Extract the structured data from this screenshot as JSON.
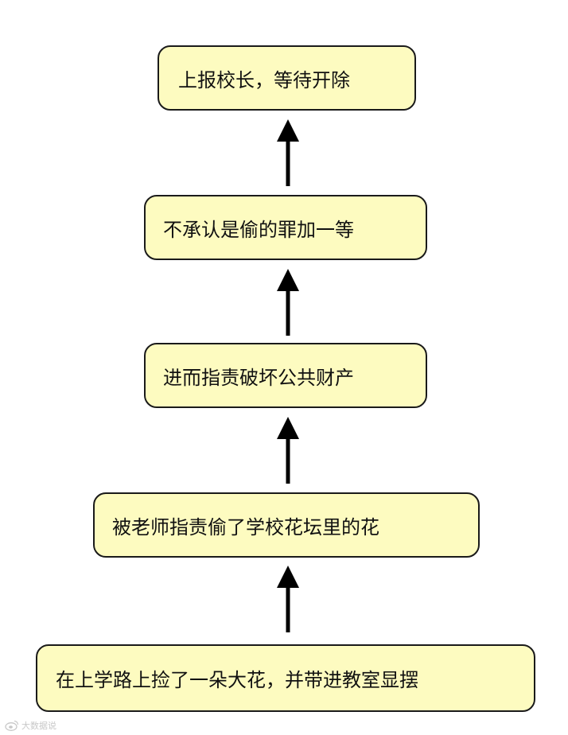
{
  "flowchart": {
    "steps": [
      {
        "label": "上报校长，等待开除"
      },
      {
        "label": "不承认是偷的罪加一等"
      },
      {
        "label": "进而指责破坏公共财产"
      },
      {
        "label": "被老师指责偷了学校花坛里的花"
      },
      {
        "label": "在上学路上捡了一朵大花，并带进教室显摆"
      }
    ],
    "colors": {
      "node_fill": "#fdfbc0",
      "node_border": "#1a1a1a",
      "arrow": "#000000"
    }
  },
  "watermark": {
    "icon": "weibo-icon",
    "text": "大数据说"
  }
}
